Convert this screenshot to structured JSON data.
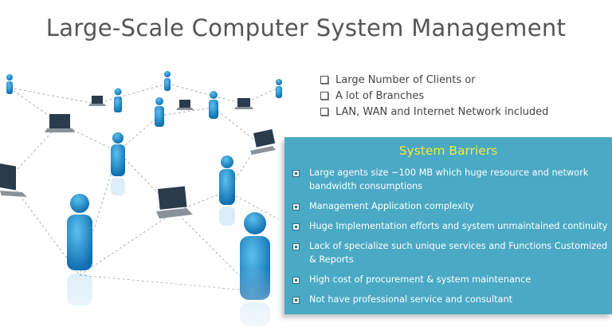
{
  "title": "Large-Scale Computer System Management",
  "checklist": [
    "Large Number of Clients or",
    "A lot of Branches",
    "LAN, WAN and Internet Network included"
  ],
  "barriers": {
    "heading": "System Barriers",
    "items": [
      "Large agents size ~100 MB which huge resource and network bandwidth consumptions",
      "Management Application complexity",
      "Huge Implementation efforts and  system unmaintained continuity",
      "Lack of specialize such unique services and Functions Customized & Reports",
      "High cost of procurement & system maintenance",
      "Not have professional service and consultant"
    ]
  },
  "colors": {
    "panel": "#4aa9c4",
    "panel_heading": "#f7e63a",
    "figure": "#1c8fcf",
    "laptop": "#2a3b4c"
  }
}
